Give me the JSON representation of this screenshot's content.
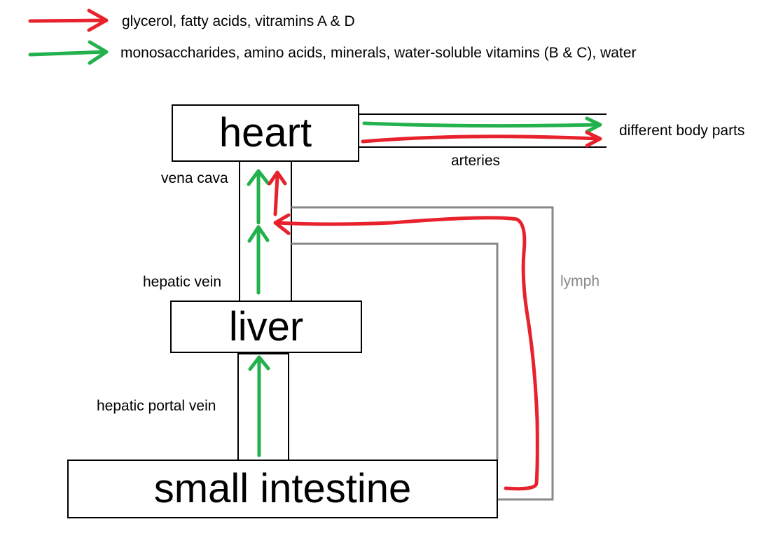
{
  "colors": {
    "red": "#e8222d",
    "green": "#22b14c",
    "lymph_gray": "#888888",
    "outline": "#000000"
  },
  "legend": [
    {
      "color_key": "red",
      "text": "glycerol, fatty acids, vitramins A & D"
    },
    {
      "color_key": "green",
      "text": "monosaccharides, amino acids, minerals, water-soluble vitamins (B & C), water"
    }
  ],
  "organs": {
    "heart": "heart",
    "liver": "liver",
    "small_intestine": "small intestine"
  },
  "vessels": {
    "vena_cava": "vena cava",
    "hepatic_vein": "hepatic vein",
    "hepatic_portal_vein": "hepatic portal vein",
    "arteries": "arteries",
    "lymph": "lymph"
  },
  "destination": "different body parts"
}
